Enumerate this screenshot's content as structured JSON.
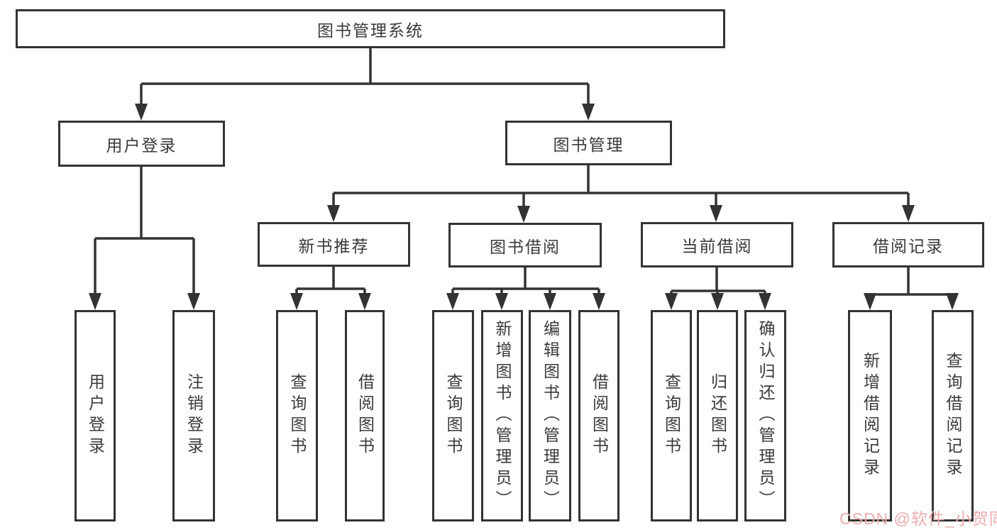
{
  "diagram": {
    "root": "图书管理系统",
    "branches": [
      {
        "label": "用户登录",
        "children": [
          "用户登录",
          "注销登录"
        ]
      },
      {
        "label": "图书管理",
        "sections": [
          {
            "label": "新书推荐",
            "children": [
              "查询图书",
              "借阅图书"
            ]
          },
          {
            "label": "图书借阅",
            "children": [
              "查询图书",
              "新增图书（管理员）",
              "编辑图书（管理员）",
              "借阅图书"
            ]
          },
          {
            "label": "当前借阅",
            "children": [
              "查询图书",
              "归还图书",
              "确认归还（管理员）"
            ]
          },
          {
            "label": "借阅记录",
            "children": [
              "新增借阅记录",
              "查询借阅记录"
            ]
          }
        ]
      }
    ]
  },
  "watermark": {
    "text": "CSDN @软件_小贺同学"
  },
  "colors": {
    "box_border": "#333333",
    "connector": "#333333",
    "text": "#3a3a3a",
    "watermark": "#eeacac",
    "background": "#ffffff"
  }
}
